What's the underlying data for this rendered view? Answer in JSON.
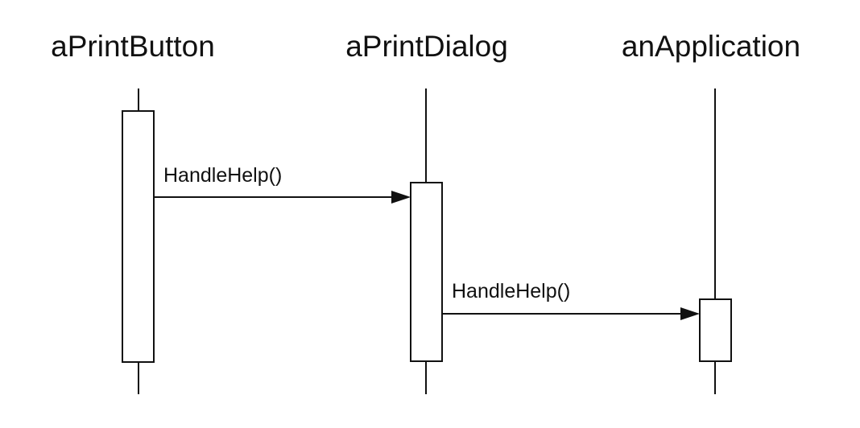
{
  "participants": [
    {
      "id": "p1",
      "name": "aPrintButton"
    },
    {
      "id": "p2",
      "name": "aPrintDialog"
    },
    {
      "id": "p3",
      "name": "anApplication"
    }
  ],
  "messages": [
    {
      "from": "aPrintButton",
      "to": "aPrintDialog",
      "label": "HandleHelp()"
    },
    {
      "from": "aPrintDialog",
      "to": "anApplication",
      "label": "HandleHelp()"
    }
  ],
  "colors": {
    "line": "#111111",
    "background": "#ffffff"
  }
}
